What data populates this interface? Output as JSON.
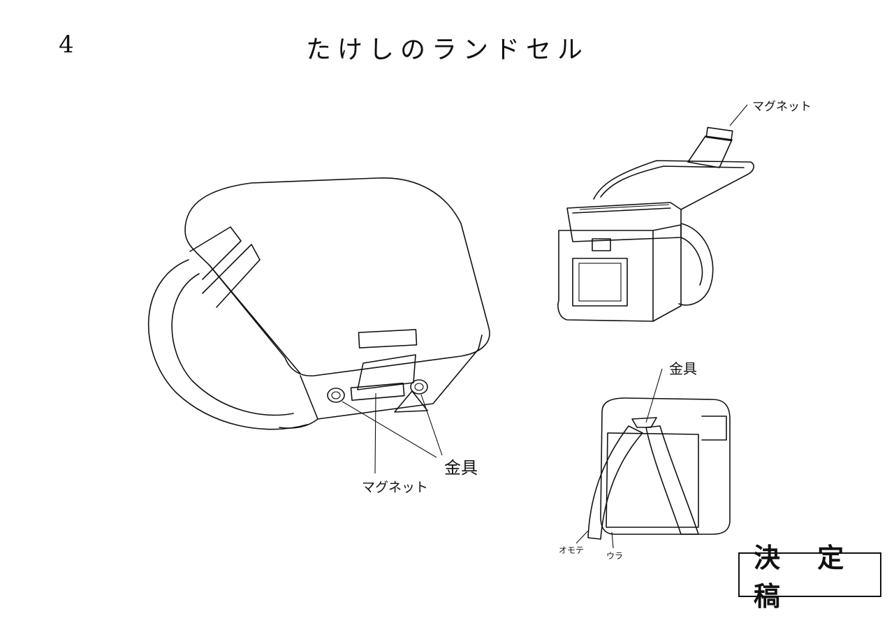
{
  "page": {
    "number": "4",
    "title": "たけしのランドセル",
    "stamp": "決 定 稿"
  },
  "labels": {
    "magnet_top": "マグネット",
    "magnet_main": "マグネット",
    "metal_main": "金具",
    "metal_back": "金具",
    "omote": "オモテ",
    "ura": "ウラ"
  }
}
